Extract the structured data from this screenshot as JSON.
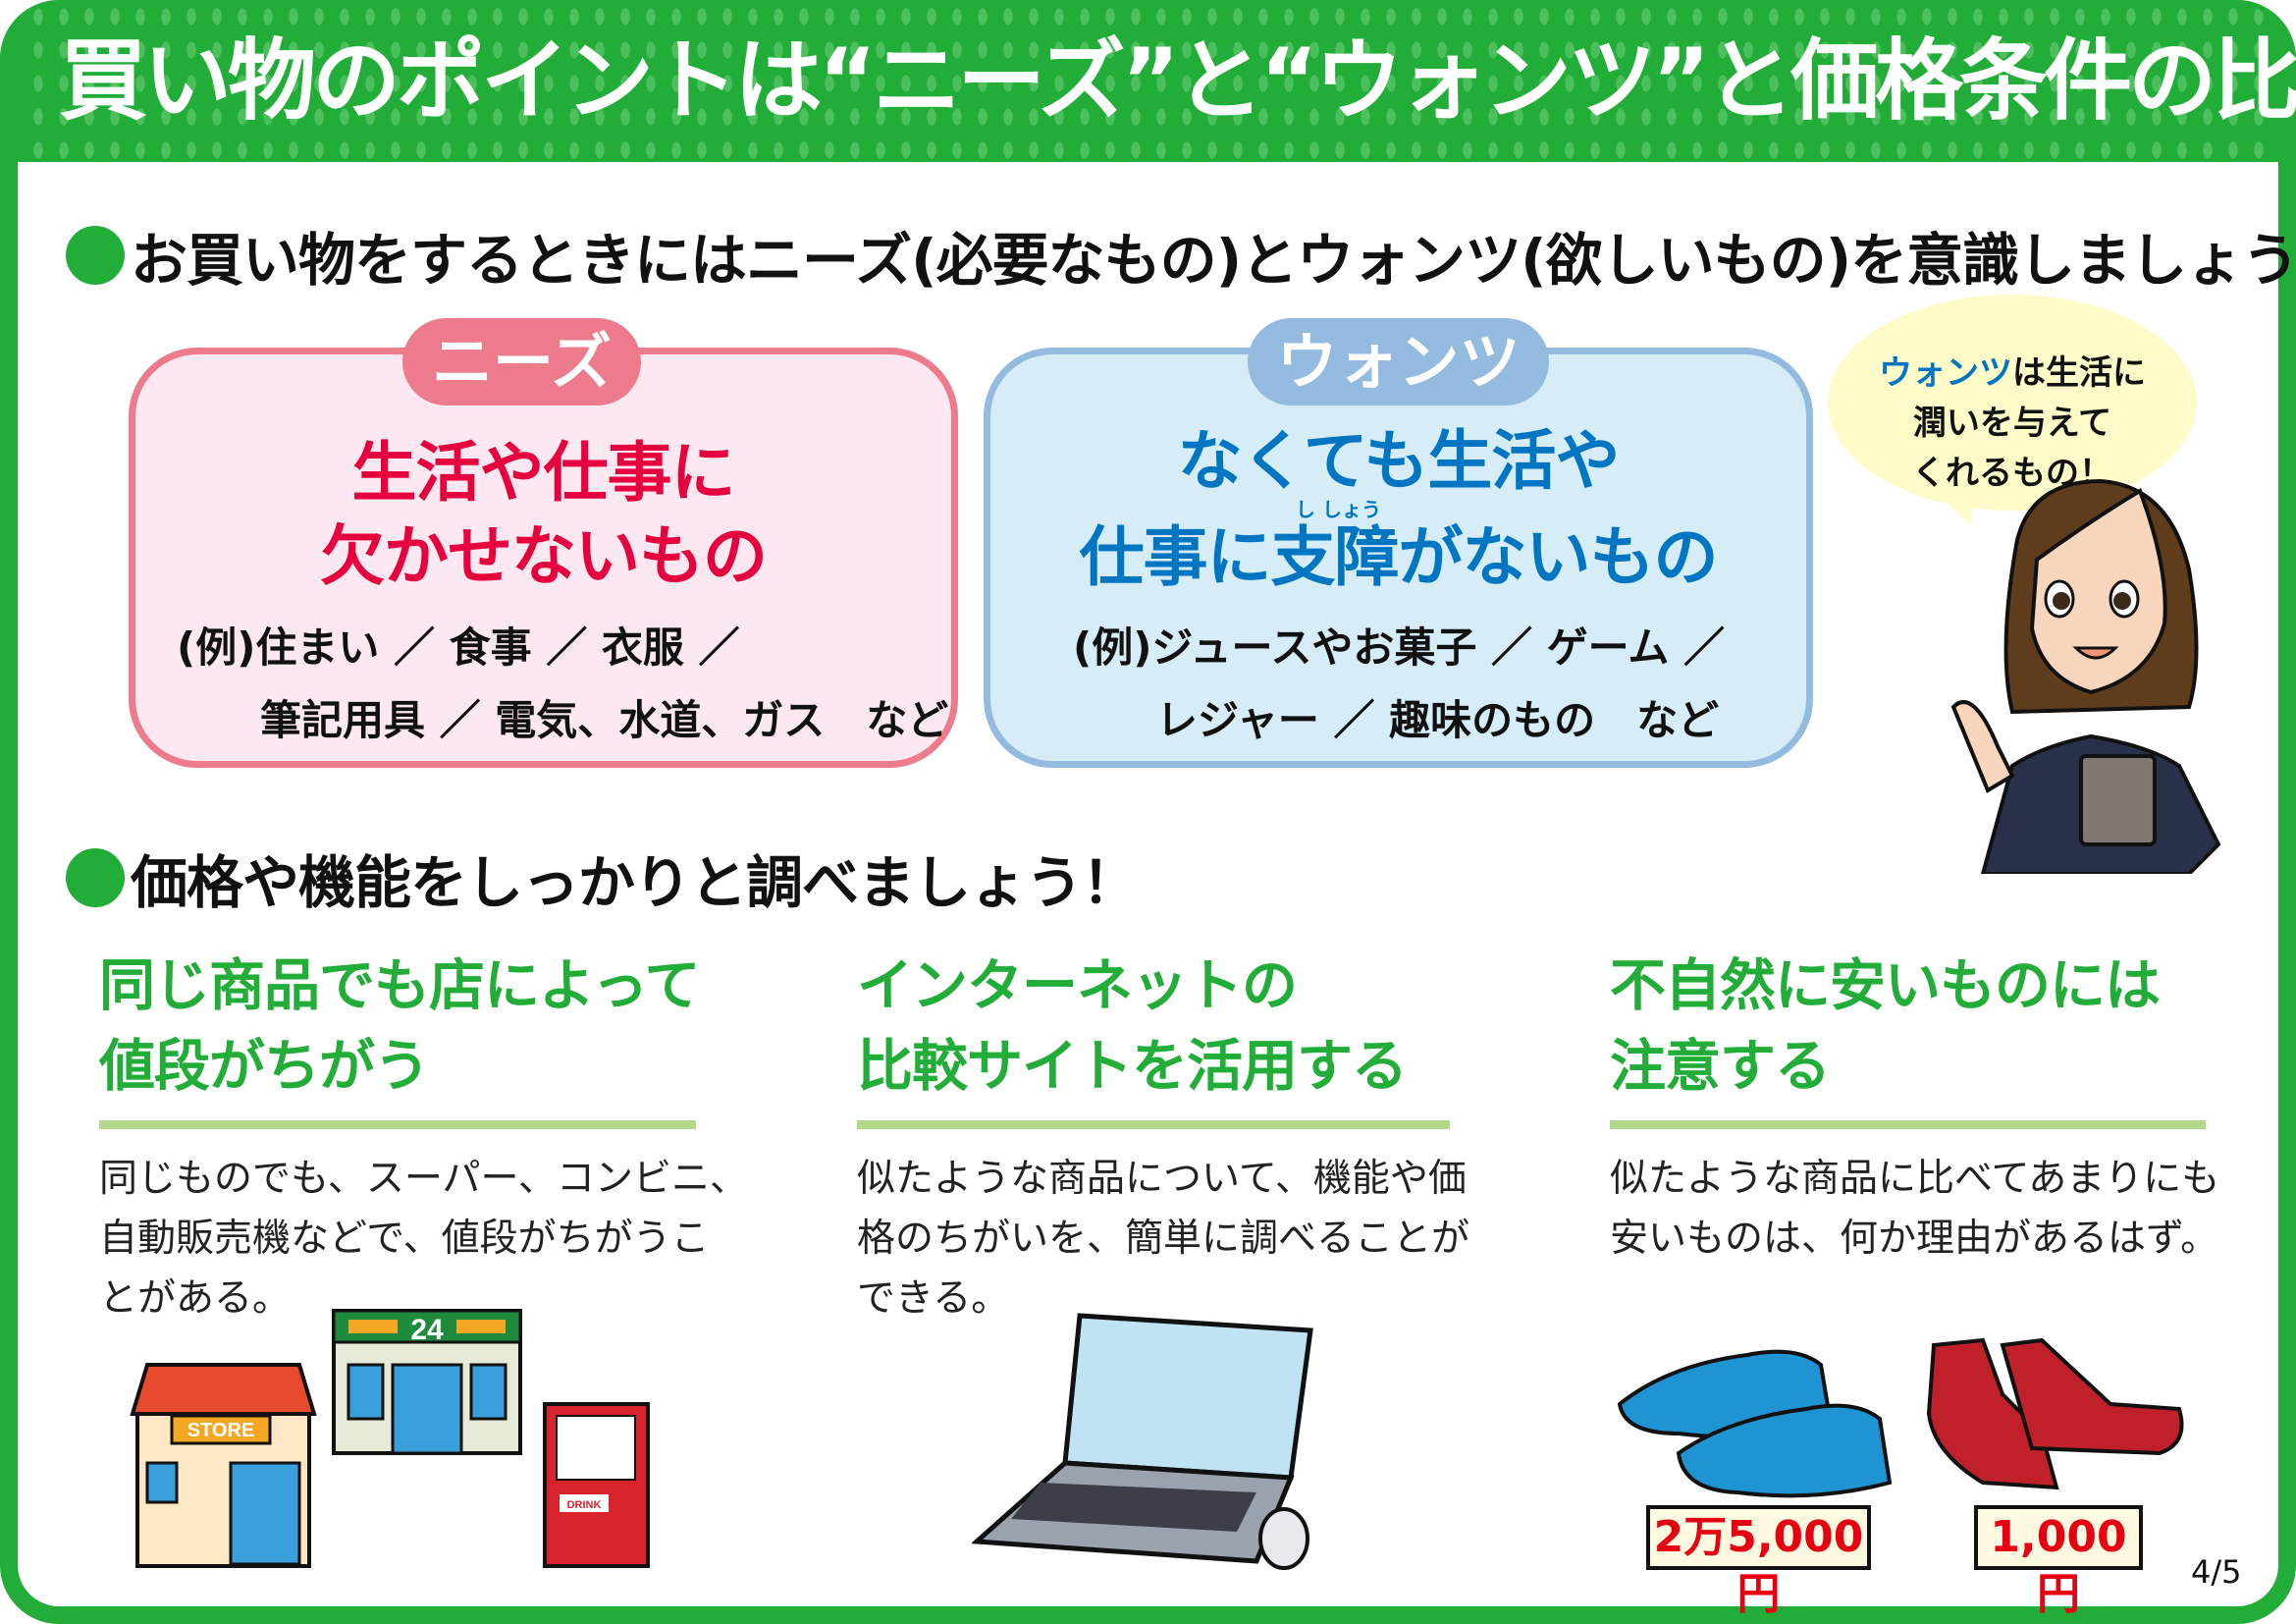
{
  "title": "買い物のポイントは“ニーズ”と“ウォンツ”と価格条件の比較",
  "section1": {
    "heading": "お買い物をするときにはニーズ(必要なもの)とウォンツ(欲しいもの)を意識しましょう！",
    "needs": {
      "label": "ニーズ",
      "line1": "生活や仕事に",
      "line2": "欠かせないもの",
      "ex1": "(例)住まい ／ 食事 ／ 衣服 ／",
      "ex2": "筆記用具 ／ 電気、水道、ガス　など"
    },
    "wants": {
      "label": "ウォンツ",
      "line1": "なくても生活や",
      "ruby": "し しょう",
      "line2": "仕事に支障がないもの",
      "ex1": "(例)ジュースやお菓子 ／ ゲーム ／",
      "ex2": "レジャー ／ 趣味のもの　など"
    },
    "bubble": {
      "highlight": "ウォンツ",
      "line1_rest": "は生活に",
      "line2": "潤いを与えて",
      "line3": "くれるもの！"
    }
  },
  "section2": {
    "heading": "価格や機能をしっかりと調べましょう！",
    "columns": [
      {
        "title1": "同じ商品でも店によって",
        "title2": "値段がちがう",
        "body": [
          "同じものでも、スーパー、コンビニ、",
          "自動販売機などで、値段がちがうこ",
          "とがある。"
        ]
      },
      {
        "title1": "インターネットの",
        "title2": "比較サイトを活用する",
        "body": [
          "似たような商品について、機能や価",
          "格のちがいを、簡単に調べることが",
          "できる。"
        ]
      },
      {
        "title1": "不自然に安いものには",
        "title2": "注意する",
        "body": [
          "似たような商品に比べてあまりにも",
          "安いものは、何か理由があるはず。"
        ]
      }
    ],
    "signs": {
      "store": "STORE",
      "convenience": "24",
      "vending": "DRINK"
    },
    "prices": [
      "2万5,000円",
      "1,000円"
    ]
  },
  "page_number": "4/5",
  "colors": {
    "green": "#22ac38",
    "needs": "#e6003e",
    "wants": "#0075c2"
  }
}
